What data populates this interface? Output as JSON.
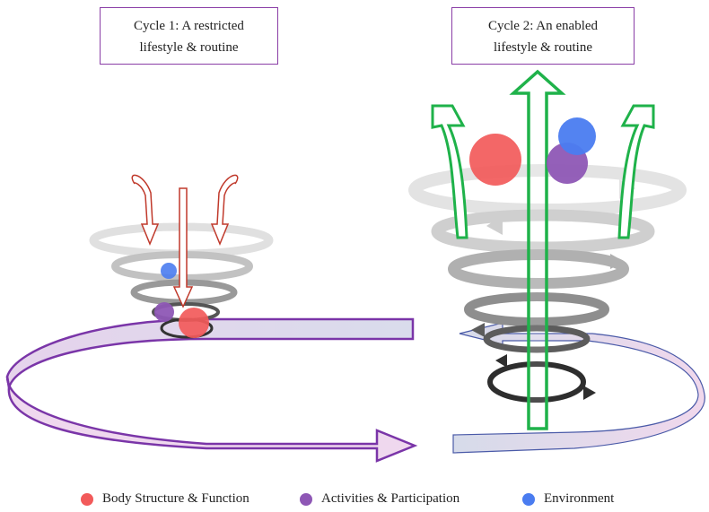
{
  "cycle1": {
    "line1": "Cycle 1: A restricted",
    "line2": "lifestyle & routine"
  },
  "cycle2": {
    "line1": "Cycle 2: An enabled",
    "line2": "lifestyle & routine"
  },
  "legend": [
    {
      "label": "Body Structure & Function",
      "color": "#f25a5a"
    },
    {
      "label": "Activities & Participation",
      "color": "#8e57b5"
    },
    {
      "label": "Environment",
      "color": "#4a7cf0"
    }
  ],
  "colors": {
    "outline": "#7a35a8",
    "ribbon_light": "#ecd9ee",
    "ribbon_blue": "#d8dcec",
    "green_arrow": "#1fb24a",
    "red_arrow": "#c0392b"
  }
}
